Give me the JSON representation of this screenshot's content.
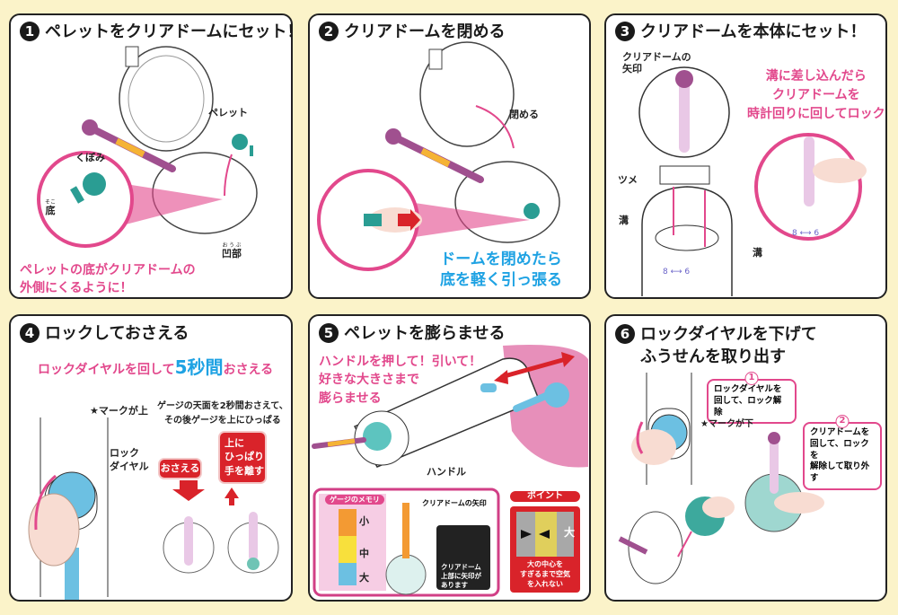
{
  "colors": {
    "background": "#fbf3c9",
    "pink": "#e2488c",
    "blue": "#1ea2e3",
    "red": "#d9232a",
    "teal": "#2a9d93",
    "purple": "#a0508f"
  },
  "step1": {
    "num": "1",
    "title": "ペレットをクリアドームにセット！",
    "label_pellet": "ペレット",
    "label_kubomi": "くぼみ",
    "label_bottom": "底",
    "label_bottom_ruby": "そこ",
    "label_recess": "凹部",
    "label_recess_ruby": "おうぶ",
    "caption_line1": "ペレットの底がクリアドームの",
    "caption_line2": "外側にくるように！"
  },
  "step2": {
    "num": "2",
    "title": "クリアドームを閉める",
    "label_close": "閉める",
    "caption_line1": "ドームを閉めたら",
    "caption_line2": "底を軽く引っ張る"
  },
  "step3": {
    "num": "3",
    "title": "クリアドームを本体にセット！",
    "label_arrow_line1": "クリアドームの",
    "label_arrow_line2": "矢印",
    "label_claw": "ツメ",
    "label_groove": "溝",
    "label_groove2": "溝",
    "caption_line1": "溝に差し込んだら",
    "caption_line2": "クリアドームを",
    "caption_line3": "時計回りに回してロック"
  },
  "step4": {
    "num": "4",
    "title": "ロックしておさえる",
    "caption_a": "ロックダイヤルを回して",
    "caption_b": "5秒間",
    "caption_c": "おさえる",
    "label_star": "★マークが上",
    "label_dial_line1": "ロック",
    "label_dial_line2": "ダイヤル",
    "note_line1": "ゲージの天面を2秒間おさえて、",
    "note_line2": "その後ゲージを上にひっぱる",
    "press_button": "おさえる",
    "release_line1": "上に",
    "release_line2": "ひっぱり",
    "release_line3": "手を離す"
  },
  "step5": {
    "num": "5",
    "title": "ペレットを膨らませる",
    "caption_line1": "ハンドルを押して！引いて！",
    "caption_line2": "好きな大きさまで",
    "caption_line3": "膨らませる",
    "label_handle": "ハンドル",
    "gauge_title": "ゲージのメモリ",
    "gauge_small": "小",
    "gauge_medium": "中",
    "gauge_large": "大",
    "gauge_arrow_label": "クリアドームの矢印",
    "gauge_note_line1": "クリアドーム",
    "gauge_note_line2": "上部に矢印が",
    "gauge_note_line3": "あります",
    "point_title": "ポイント",
    "point_large": "大",
    "point_line1": "大の中心を",
    "point_line2": "すぎるまで空気",
    "point_line3": "を入れない"
  },
  "step6": {
    "num": "6",
    "title_line1": "ロックダイヤルを下げて",
    "title_line2": "ふうせんを取り出す",
    "callout1_num": "1",
    "callout1_line1": "ロックダイヤルを",
    "callout1_line2": "回して、ロック解除",
    "label_star": "★マークが下",
    "callout2_num": "2",
    "callout2_line1": "クリアドームを",
    "callout2_line2": "回して、ロックを",
    "callout2_line3": "解除して取り外す"
  }
}
